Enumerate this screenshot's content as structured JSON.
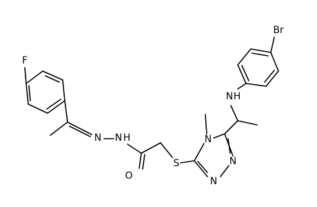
{
  "molecule": {
    "atom_labels": {
      "fluorine": "F",
      "bromine": "Br",
      "amine_n": "N",
      "amine_h": "H",
      "hydrazone_n1": "N",
      "hydrazone_n2": "N",
      "hydrazone_h": "H",
      "carbonyl_o": "O",
      "sulfur": "S",
      "triazole_n4": "N",
      "triazole_n2": "N",
      "triazole_n1": "N"
    }
  },
  "colors": {
    "bond": "#000000",
    "label": "#000000",
    "background": "#ffffff"
  }
}
